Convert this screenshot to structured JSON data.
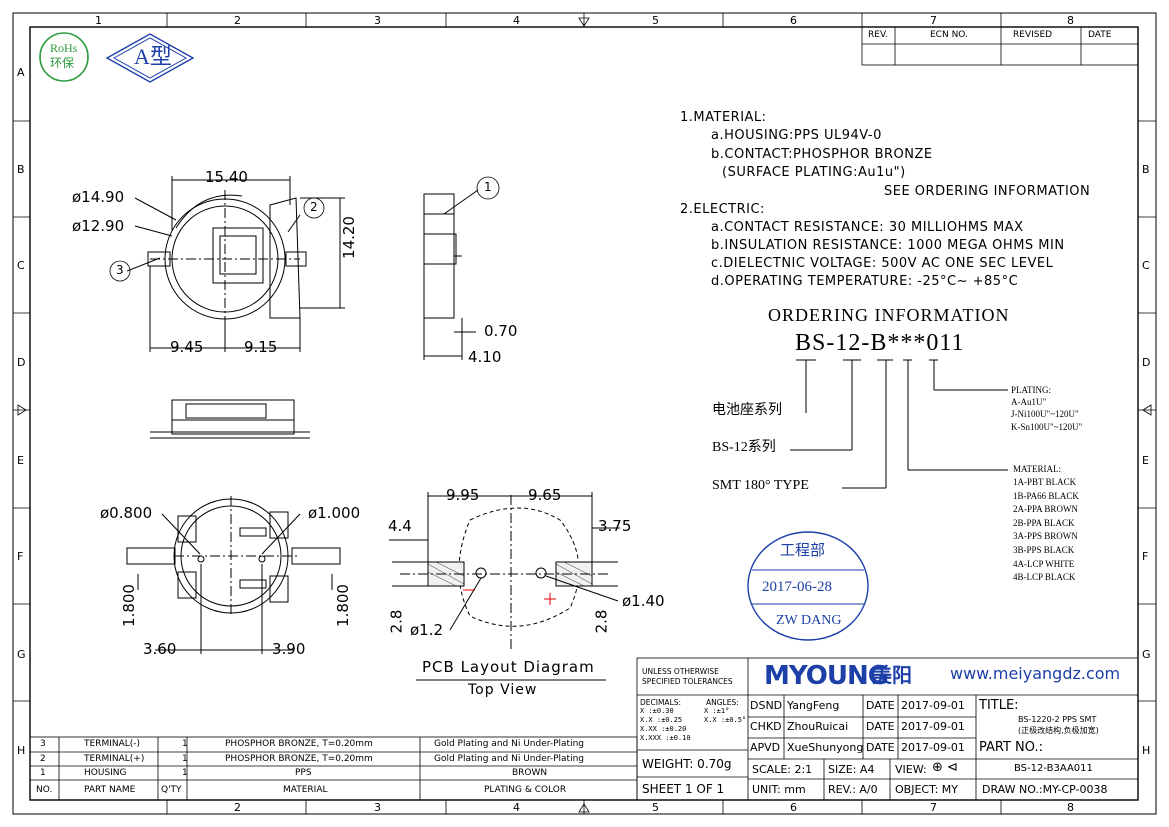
{
  "zones": {
    "cols": [
      "1",
      "2",
      "3",
      "4",
      "5",
      "6",
      "7",
      "8"
    ],
    "rows": [
      "A",
      "B",
      "C",
      "D",
      "E",
      "F",
      "G",
      "H"
    ]
  },
  "logo": {
    "rohs": "RoHs",
    "rohs_cn": "环保",
    "model": "A型"
  },
  "revision_block": {
    "headers": [
      "REV.",
      "ECN NO.",
      "REVISED",
      "DATE"
    ]
  },
  "notes": {
    "material_title": "1.MATERIAL:",
    "housing": "a.HOUSING:PPS UL94V-0",
    "contact": "b.CONTACT:PHOSPHOR BRONZE",
    "plating": "(SURFACE PLATING:Au1u\")",
    "see_ordering": "SEE ORDERING INFORMATION",
    "electric_title": "2.ELECTRIC:",
    "contact_res": "a.CONTACT RESISTANCE: 30 MILLIOHMS MAX",
    "insulation": "b.INSULATION RESISTANCE: 1000 MEGA OHMS MIN",
    "dielectric": "c.DIELECTNIC VOLTAGE: 500V AC ONE SEC LEVEL",
    "temperature": "d.OPERATING TEMPERATURE: -25°C~ +85°C"
  },
  "ordering": {
    "title": "ORDERING INFORMATION",
    "code": "BS-12-B***011",
    "series_label": "电池座系列",
    "bs12_label": "BS-12系列",
    "smt_label": "SMT 180° TYPE",
    "plating_title": "PLATING:",
    "plating_opts": [
      "A-Au1U\"",
      "J-Ni100U\"~120U\"",
      "K-Sn100U\"~120U\""
    ],
    "material_title": "MATERIAL:",
    "material_opts": [
      "1A-PBT BLACK",
      "1B-PA66 BLACK",
      "2A-PPA BROWN",
      "2B-PPA BLACK",
      "3A-PPS BROWN",
      "3B-PPS BLACK",
      "4A-LCP WHITE",
      "4B-LCP BLACK"
    ]
  },
  "stamp": {
    "dept": "工程部",
    "date": "2017-06-28",
    "name": "ZW DANG"
  },
  "dims": {
    "d15_40": "15.40",
    "d14_90": "ø14.90",
    "d12_90": "ø12.90",
    "d14_20": "14.20",
    "d9_45": "9.45",
    "d9_15": "9.15",
    "d0_70": "0.70",
    "d4_10": "4.10",
    "d0_800": "ø0.800",
    "d1_000": "ø1.000",
    "d1_800a": "1.800",
    "d1_800b": "1.800",
    "d3_60": "3.60",
    "d3_90": "3.90",
    "d9_95": "9.95",
    "d9_65": "9.65",
    "d4_4": "4.4",
    "d3_75": "3.75",
    "d2_8a": "2.8",
    "d2_8b": "2.8",
    "d1_2": "ø1.2",
    "d1_40": "ø1.40",
    "balloon1": "1",
    "balloon2": "2",
    "balloon3": "3"
  },
  "pcb": {
    "title": "PCB Layout Diagram",
    "subtitle": "Top View"
  },
  "bom": {
    "headers": [
      "NO.",
      "PART NAME",
      "Q'TY",
      "MATERIAL",
      "PLATING & COLOR"
    ],
    "rows": [
      [
        "3",
        "TERMINAL(-)",
        "1",
        "PHOSPHOR BRONZE, T=0.20mm",
        "Gold Plating and Ni Under-Plating"
      ],
      [
        "2",
        "TERMINAL(+)",
        "1",
        "PHOSPHOR BRONZE, T=0.20mm",
        "Gold Plating and Ni Under-Plating"
      ],
      [
        "1",
        "HOUSING",
        "1",
        "PPS",
        "BROWN"
      ]
    ]
  },
  "title_block": {
    "tolerance_title": "UNLESS OTHERWISE\nSPECIFIED TOLERANCES",
    "decimals": "DECIMALS:",
    "angles": "ANGLES:",
    "tol_rows": [
      "X      :±0.30",
      "X.X    :±0.25",
      "X.XX   :±0.20",
      "X.XXX  :±0.10"
    ],
    "ang_rows": [
      "X   :±1°",
      "X.X :±0.5°"
    ],
    "weight": "WEIGHT: 0.70g",
    "sheet": "SHEET 1 OF 1",
    "brand": "MYOUNG",
    "brand_cn": "美阳",
    "website": "www.meiyangdz.com",
    "dsnd_l": "DSND",
    "dsnd_v": "YangFeng",
    "chkd_l": "CHKD",
    "chkd_v": "ZhouRuicai",
    "apvd_l": "APVD",
    "apvd_v": "XueShunyong",
    "date_l": "DATE",
    "date1": "2017-09-01",
    "date2": "2017-09-01",
    "date3": "2017-09-01",
    "title_l": "TITLE:",
    "title_v": "BS-1220-2 PPS SMT",
    "title_cn": "(正极改结构,负极加宽)",
    "partno_l": "PART NO.:",
    "partno_v": "BS-12-B3AA011",
    "scale": "SCALE: 2:1",
    "size": "SIZE: A4",
    "view": "VIEW:",
    "unit": "UNIT: mm",
    "rev": "REV.: A/0",
    "object": "OBJECT: MY",
    "drawno": "DRAW NO.:MY-CP-0038"
  }
}
